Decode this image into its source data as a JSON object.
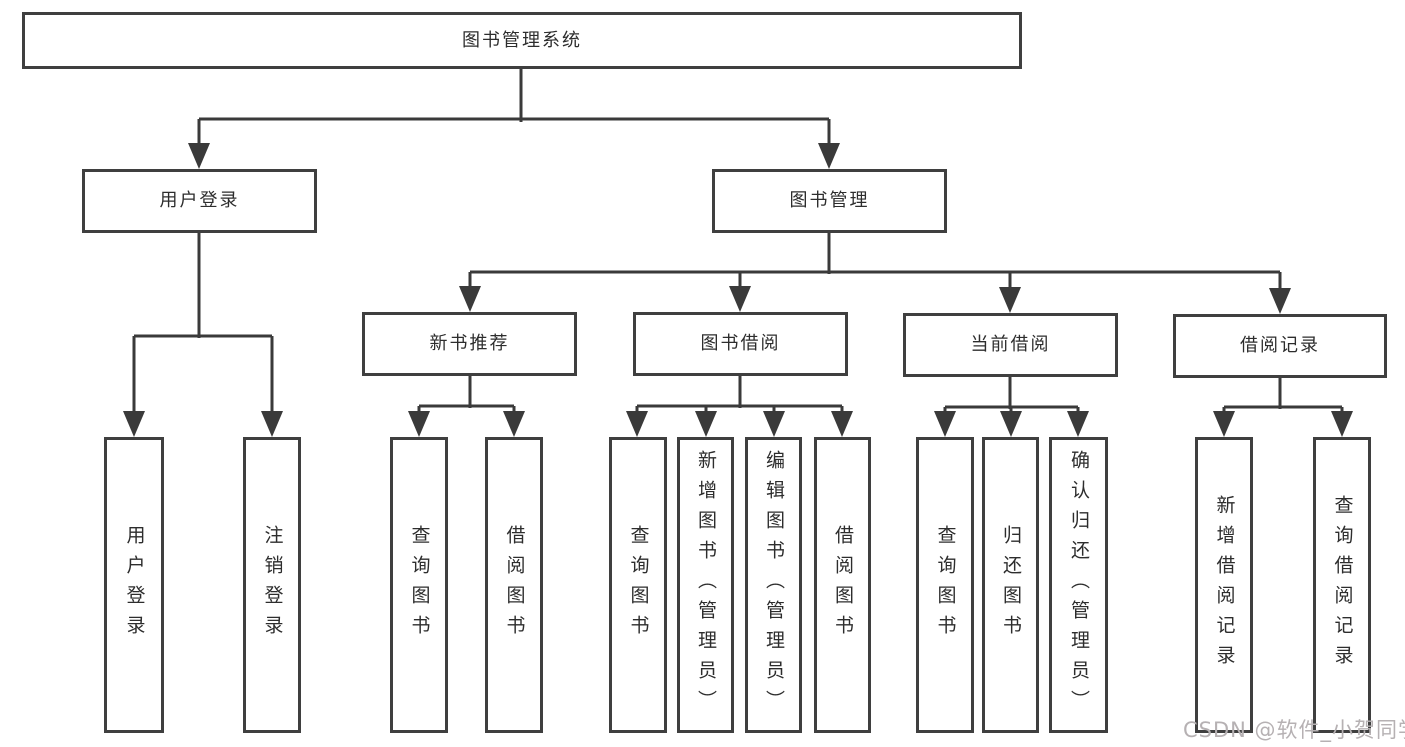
{
  "colors": {
    "line": "#3a3a3a",
    "box_border": "#3f3f3f",
    "text": "#2d2d2d",
    "background": "#ffffff",
    "watermark": "#b6b1b3"
  },
  "watermark": {
    "text": "CSDN @软件_小贺同学"
  },
  "tree": {
    "root": {
      "label": "图书管理系统"
    },
    "branches": [
      {
        "label": "用户登录",
        "children": [
          {
            "label": "用户登录"
          },
          {
            "label": "注销登录"
          }
        ]
      },
      {
        "label": "图书管理",
        "children": [
          {
            "label": "新书推荐",
            "children": [
              {
                "label": "查询图书"
              },
              {
                "label": "借阅图书"
              }
            ]
          },
          {
            "label": "图书借阅",
            "children": [
              {
                "label": "查询图书"
              },
              {
                "label": "新增图书（管理员）"
              },
              {
                "label": "编辑图书（管理员）"
              },
              {
                "label": "借阅图书"
              }
            ]
          },
          {
            "label": "当前借阅",
            "children": [
              {
                "label": "查询图书"
              },
              {
                "label": "归还图书"
              },
              {
                "label": "确认归还（管理员）"
              }
            ]
          },
          {
            "label": "借阅记录",
            "children": [
              {
                "label": "新增借阅记录"
              },
              {
                "label": "查询借阅记录"
              }
            ]
          }
        ]
      }
    ]
  }
}
